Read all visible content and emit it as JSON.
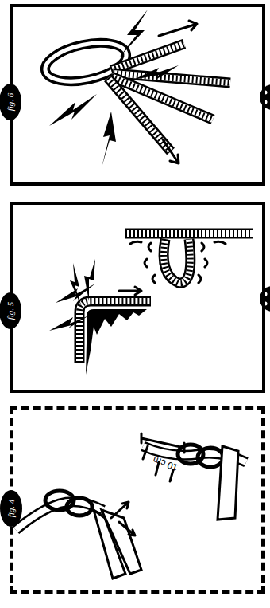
{
  "diagram": {
    "nodes": [
      {
        "text": [
          "fig. 6"
        ]
      },
      {
        "text": [
          "fig. 5"
        ]
      },
      {
        "text": [
          "fig. 4"
        ]
      }
    ],
    "labels": [
      "10 cm"
    ]
  }
}
